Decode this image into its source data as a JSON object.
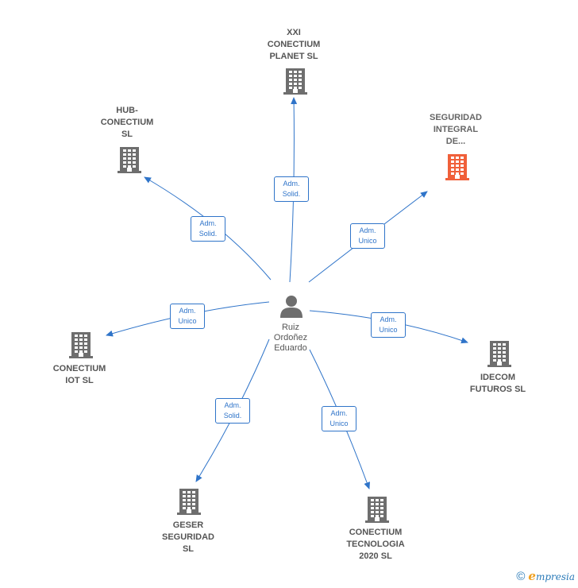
{
  "center": {
    "name": "Ruiz\nOrdoñez\nEduardo"
  },
  "companies": [
    {
      "id": "xxi",
      "name": "XXI\nCONECTIUM\nPLANET  SL",
      "color": "#6e6e6e",
      "role": "Adm.\nSolid."
    },
    {
      "id": "hub",
      "name": "HUB-\nCONECTIUM\nSL",
      "color": "#6e6e6e",
      "role": "Adm.\nSolid."
    },
    {
      "id": "seguridad",
      "name": "SEGURIDAD\nINTEGRAL\nDE...",
      "color": "#f0603a",
      "role": "Adm.\nUnico"
    },
    {
      "id": "iot",
      "name": "CONECTIUM\nIOT  SL",
      "color": "#6e6e6e",
      "role": "Adm.\nUnico"
    },
    {
      "id": "idecom",
      "name": "IDECOM\nFUTUROS  SL",
      "color": "#6e6e6e",
      "role": "Adm.\nUnico"
    },
    {
      "id": "geser",
      "name": "GESER\nSEGURIDAD\nSL",
      "color": "#6e6e6e",
      "role": "Adm.\nSolid."
    },
    {
      "id": "tecnologia",
      "name": "CONECTIUM\nTECNOLOGIA\n2020  SL",
      "color": "#6e6e6e",
      "role": "Adm.\nUnico"
    }
  ],
  "footer": {
    "copyright": "©",
    "brand_first": "e",
    "brand_rest": "mpresia"
  }
}
